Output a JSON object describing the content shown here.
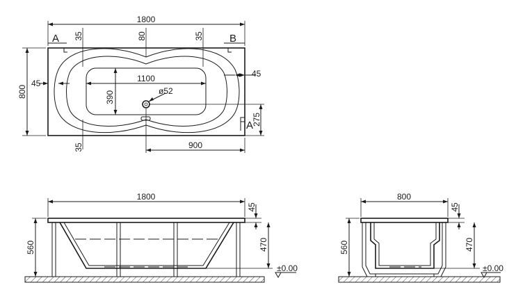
{
  "top_view": {
    "overall_length": "1800",
    "overall_width": "800",
    "offset_left_top": "35",
    "offset_center_top": "80",
    "offset_right_top": "35",
    "rim_left": "45",
    "rim_right": "45",
    "bottom_length": "1100",
    "bottom_width": "390",
    "drain_diameter": "ø52",
    "drain_offset_side": "275",
    "offset_bottom_left": "35",
    "drain_offset_end": "900",
    "section_a_top": "A",
    "section_a_right": "A",
    "section_b": "B"
  },
  "front_view": {
    "overall_length": "1800",
    "total_height": "560",
    "rim_thickness": "45",
    "inner_depth": "470",
    "floor_level": "±0.00"
  },
  "side_view": {
    "overall_width": "800",
    "total_height": "560",
    "rim_thickness": "45",
    "inner_depth": "470",
    "floor_level": "±0.00"
  }
}
